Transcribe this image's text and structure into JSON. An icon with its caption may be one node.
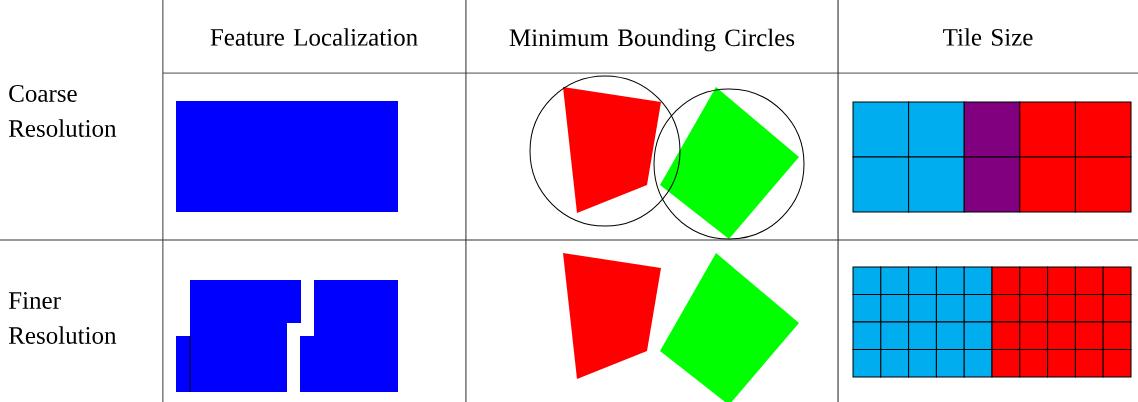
{
  "diagram": {
    "labels": [
      "Feature Localization",
      "Minimum Bounding Circles",
      "Tile Size",
      "Coarse Resolution",
      "Finer Resolution"
    ]
  }
}
